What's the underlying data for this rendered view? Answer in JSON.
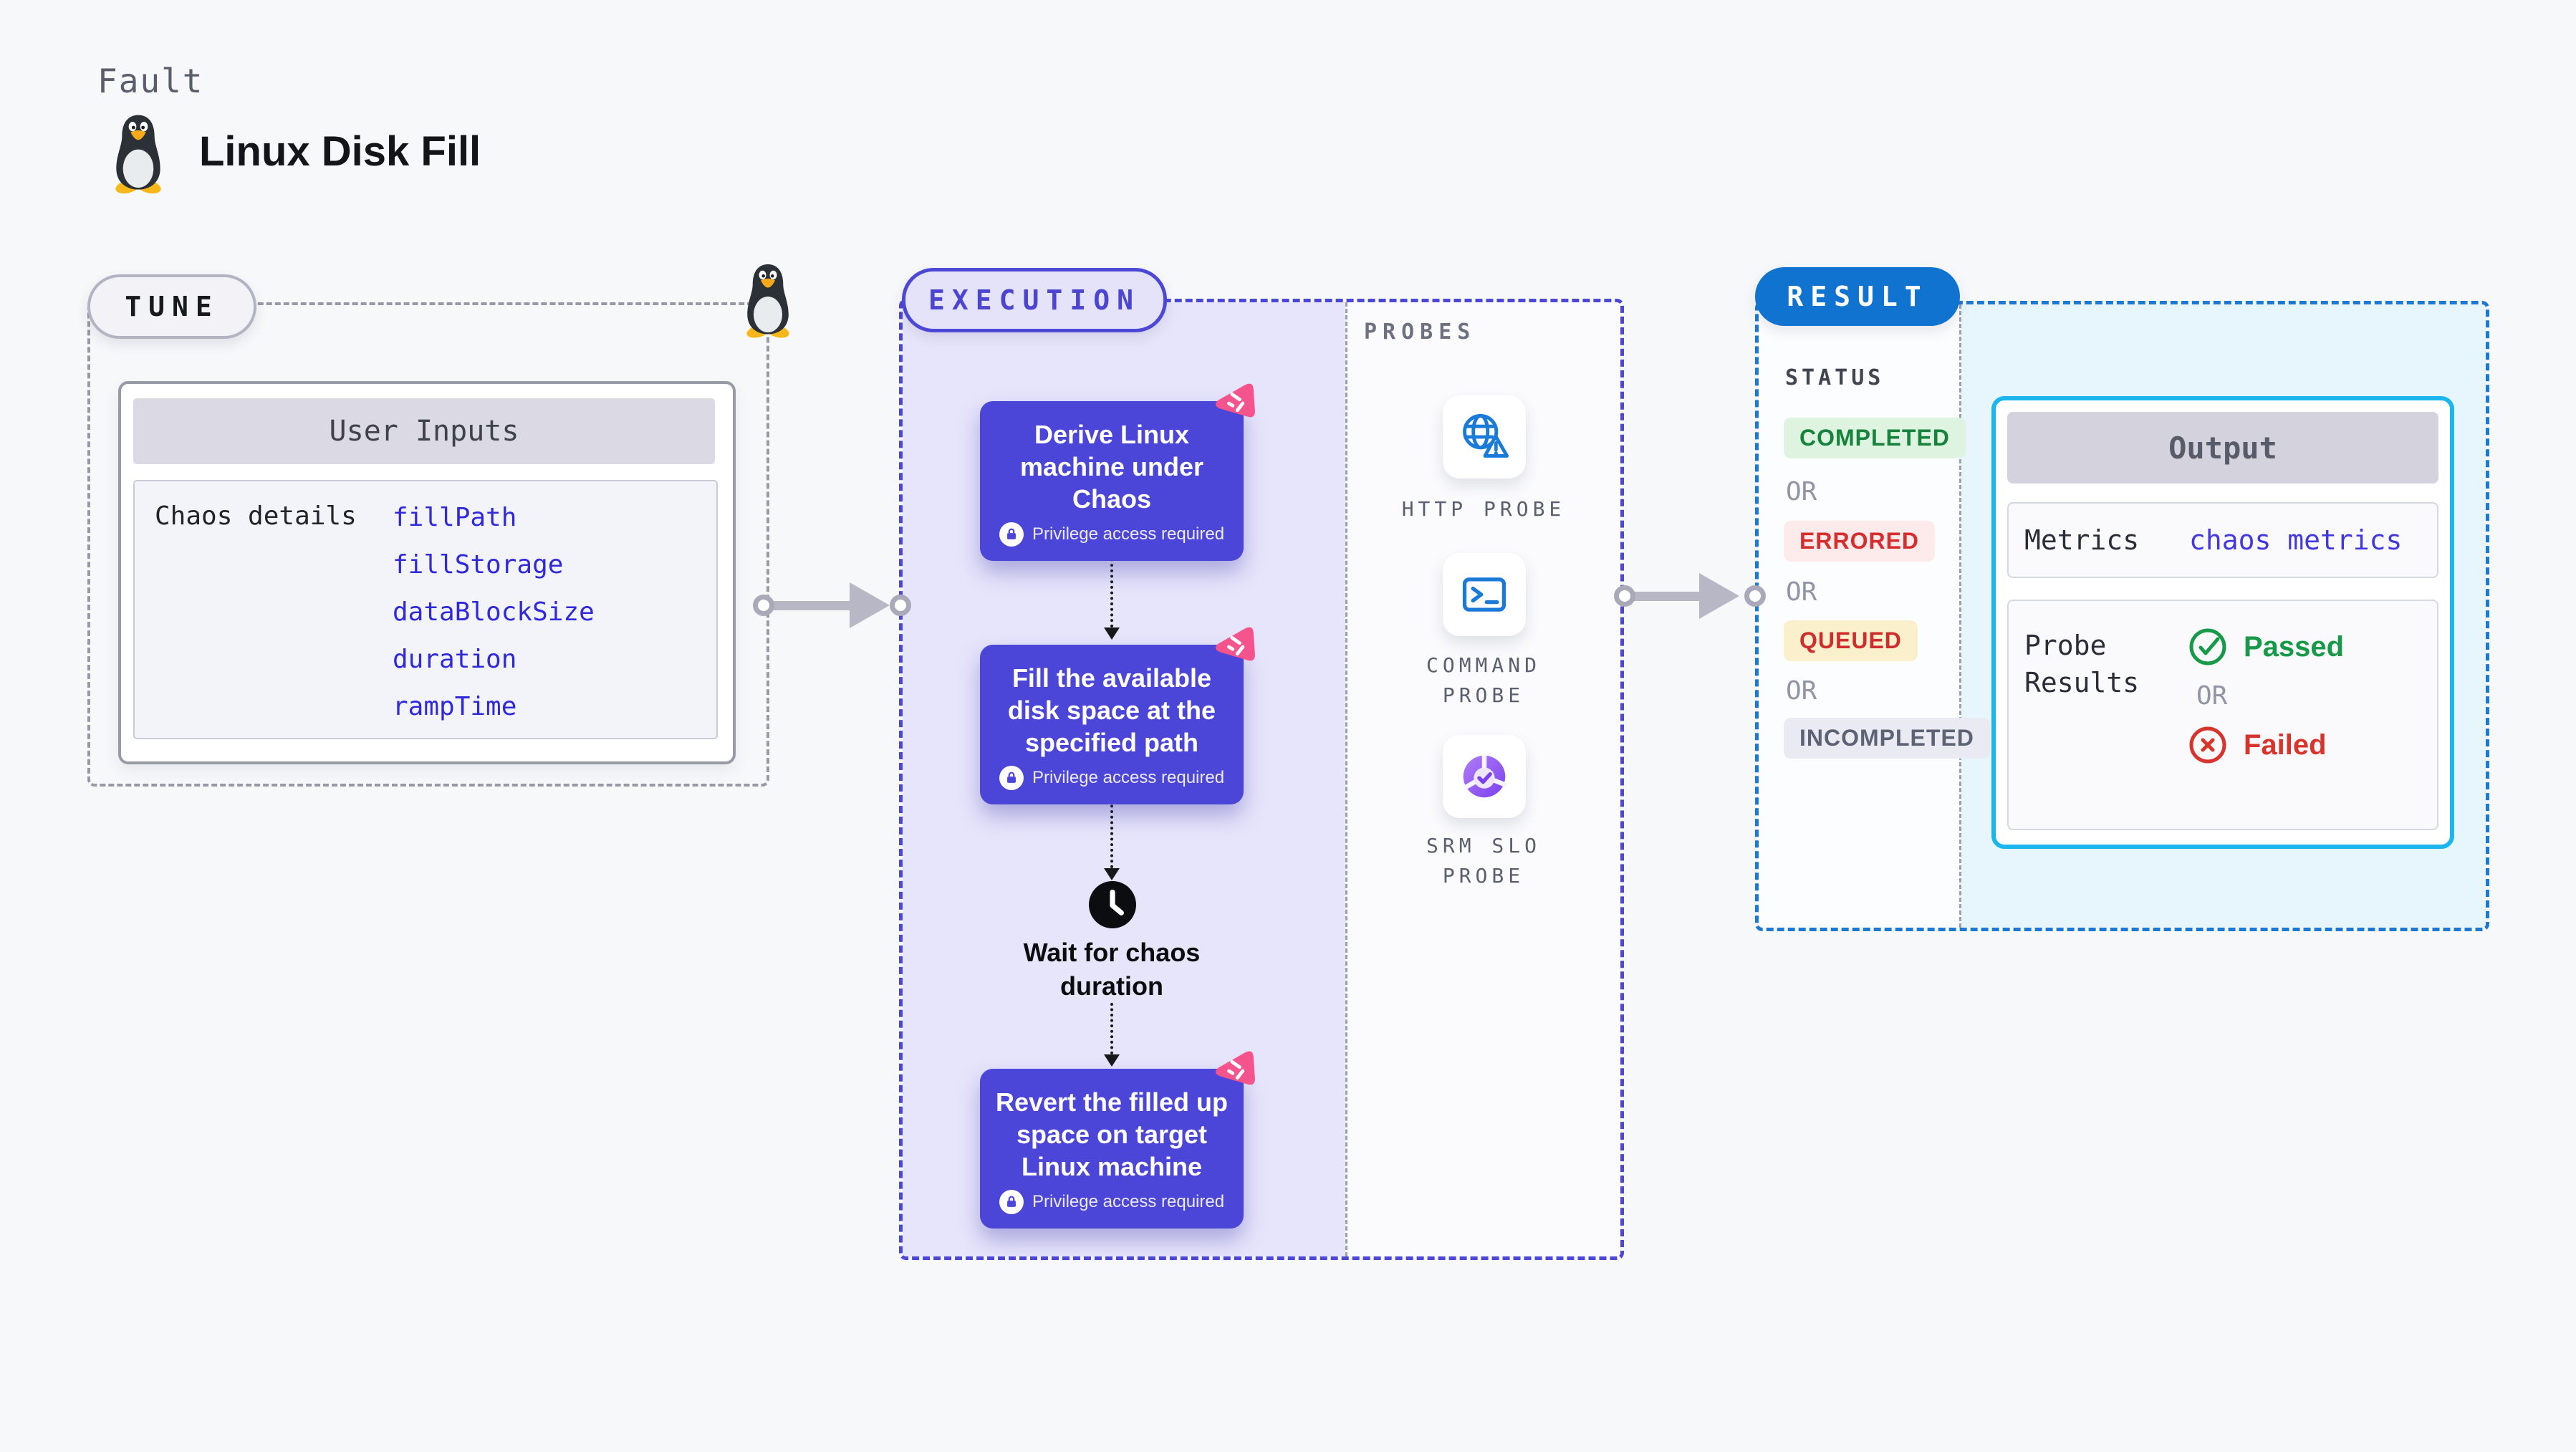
{
  "header": {
    "kicker": "Fault",
    "title": "Linux Disk Fill"
  },
  "tune": {
    "label": "TUNE",
    "card_title": "User Inputs",
    "row_label": "Chaos details",
    "params": [
      "fillPath",
      "fillStorage",
      "dataBlockSize",
      "duration",
      "rampTime"
    ]
  },
  "execution": {
    "label": "EXECUTION",
    "steps": [
      {
        "title": "Derive Linux machine under Chaos",
        "badge": "Privilege access required"
      },
      {
        "title": "Fill the available disk space at the specified path",
        "badge": "Privilege access required"
      },
      {
        "title": "Revert the filled up space on target Linux machine",
        "badge": "Privilege access required"
      }
    ],
    "wait_label": "Wait for chaos duration"
  },
  "probes": {
    "label": "PROBES",
    "items": [
      {
        "name": "HTTP PROBE",
        "icon": "globe-alert-icon"
      },
      {
        "name": "COMMAND PROBE",
        "icon": "terminal-icon"
      },
      {
        "name": "SRM SLO PROBE",
        "icon": "slo-pie-icon"
      }
    ]
  },
  "result": {
    "label": "RESULT",
    "status_heading": "STATUS",
    "or_label": "OR",
    "statuses": [
      {
        "text": "COMPLETED",
        "color": "#15833b",
        "bg": "#def4e1"
      },
      {
        "text": "ERRORED",
        "color": "#d62e2e",
        "bg": "#fcebea"
      },
      {
        "text": "QUEUED",
        "color": "#cf2c2c",
        "bg": "#faf0cb"
      },
      {
        "text": "INCOMPLETED",
        "color": "#5d6275",
        "bg": "#e9eaf2"
      }
    ],
    "output": {
      "title": "Output",
      "metrics_label": "Metrics",
      "metrics_value": "chaos metrics",
      "probe_results_label": "Probe Results",
      "passed": "Passed",
      "or_label": "OR",
      "failed": "Failed"
    }
  },
  "colors": {
    "page_bg": "#f7f8fa",
    "execution_accent": "#4d47d6",
    "step_card_bg": "#4b46d8",
    "flow_bg": "#e6e5fb",
    "result_accent": "#1a79d4",
    "result_pill_bg": "#1173d0",
    "output_border": "#1cb5ec",
    "output_panel_bg": "#e7f5fc",
    "chaos_badge_pink": "#f4538c",
    "param_link": "#3028dd",
    "passed_green": "#169a47",
    "failed_red": "#d8342c",
    "probe_icon_blue": "#1a7ad8",
    "tux_yellow": "#f7b718"
  }
}
